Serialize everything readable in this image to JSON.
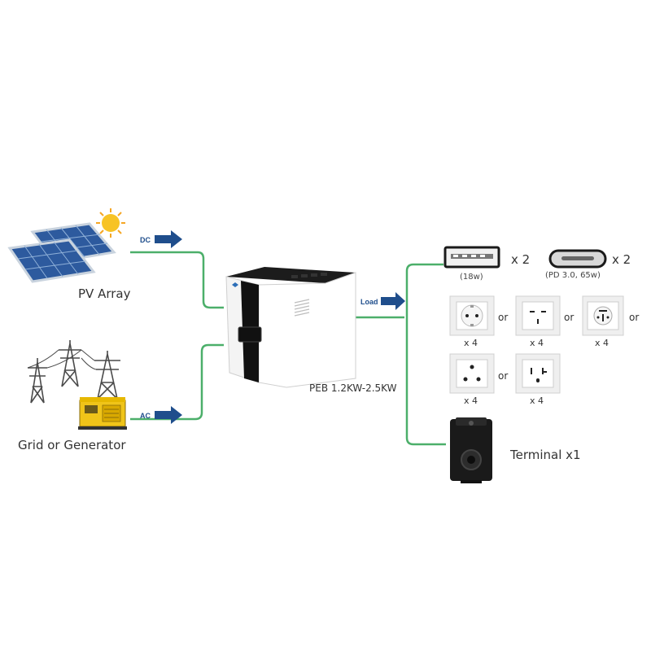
{
  "sources": {
    "pv_label": "PV Array",
    "grid_label": "Grid or Generator",
    "dc_label": "DC",
    "ac_label": "AC"
  },
  "device": {
    "model_label": "PEB 1.2KW-2.5KW"
  },
  "load": {
    "label": "Load"
  },
  "outputs": {
    "usb_a_caption": "(18w)",
    "usb_a_count": "x 2",
    "usb_c_caption": "(PD 3.0, 65w)",
    "usb_c_count": "x 2",
    "socket_count": "x 4",
    "or": "or",
    "terminal_label": "Terminal x1"
  },
  "colors": {
    "line": "#4caf6a",
    "arrow": "#1f4e8c",
    "panel": "#2d5a9e"
  }
}
